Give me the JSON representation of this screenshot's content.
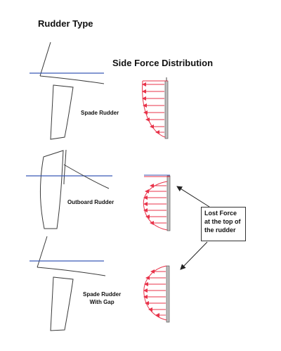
{
  "title": "Rudder Type",
  "subtitle": "Side Force Distribution",
  "rudders": [
    {
      "lines": [
        "Spade Rudder"
      ]
    },
    {
      "lines": [
        "Outboard Rudder"
      ]
    },
    {
      "lines": [
        "Spade Rudder",
        "With Gap"
      ]
    }
  ],
  "callout": {
    "text": "Lost Force at the top of the rudder"
  },
  "colors": {
    "waterline": "#3b5bb8",
    "force": "#e8334a",
    "outline": "#3a3a3a"
  }
}
